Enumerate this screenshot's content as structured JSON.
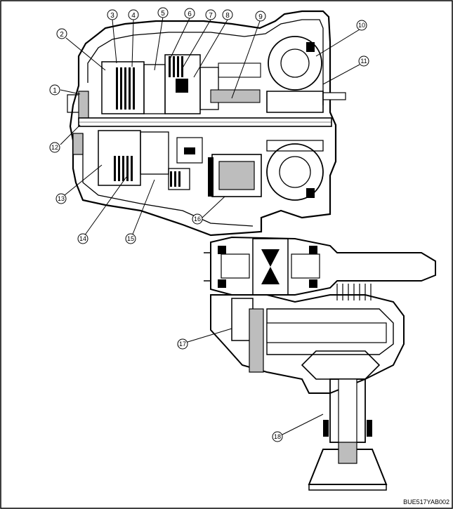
{
  "callouts": [
    {
      "label": "1"
    },
    {
      "label": "2"
    },
    {
      "label": "3"
    },
    {
      "label": "4"
    },
    {
      "label": "5"
    },
    {
      "label": "6"
    },
    {
      "label": "7"
    },
    {
      "label": "8"
    },
    {
      "label": "9"
    },
    {
      "label": "10"
    },
    {
      "label": "11"
    },
    {
      "label": "12"
    },
    {
      "label": "13"
    },
    {
      "label": "14"
    },
    {
      "label": "15"
    },
    {
      "label": "16"
    },
    {
      "label": "17"
    },
    {
      "label": "18"
    }
  ],
  "figure_code": "BUE517YAB002",
  "colors": {
    "ink": "#000000",
    "paper": "#ffffff",
    "shade": "#bdbdbd"
  }
}
